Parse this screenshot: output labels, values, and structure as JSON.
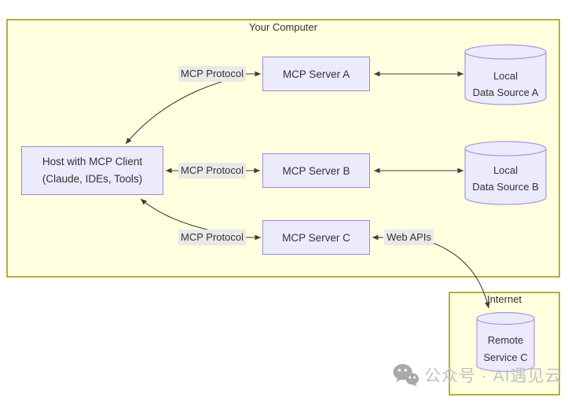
{
  "colors": {
    "region_fill": "#ffffe0",
    "region_border": "#b2b13c",
    "node_fill": "#ebebfc",
    "node_border": "#9b89d6",
    "cylinder_fill": "#ebebfc",
    "cylinder_border": "#a997dd",
    "edge_label_bg": "#e9e9e9",
    "line": "#3d3d3d",
    "text": "#333333",
    "watermark_text": "#c2c2c2",
    "watermark_icon": "#a9a9a9"
  },
  "regions": {
    "your_computer": {
      "title": "Your Computer"
    },
    "internet": {
      "title": "Internet"
    }
  },
  "nodes": {
    "host": {
      "line1": "Host with MCP Client",
      "line2": "(Claude, IDEs, Tools)"
    },
    "server_a": {
      "label": "MCP Server A"
    },
    "server_b": {
      "label": "MCP Server B"
    },
    "server_c": {
      "label": "MCP Server C"
    },
    "data_source_a": {
      "line1": "Local",
      "line2": "Data Source A"
    },
    "data_source_b": {
      "line1": "Local",
      "line2": "Data Source B"
    },
    "remote_service_c": {
      "line1": "Remote",
      "line2": "Service C"
    }
  },
  "edges": {
    "protocol_a_label": "MCP Protocol",
    "protocol_b_label": "MCP Protocol",
    "protocol_c_label": "MCP Protocol",
    "web_apis_label": "Web APIs"
  },
  "watermark": {
    "text": "公众号 · AI遇见云",
    "icon": "wechat-logo"
  }
}
